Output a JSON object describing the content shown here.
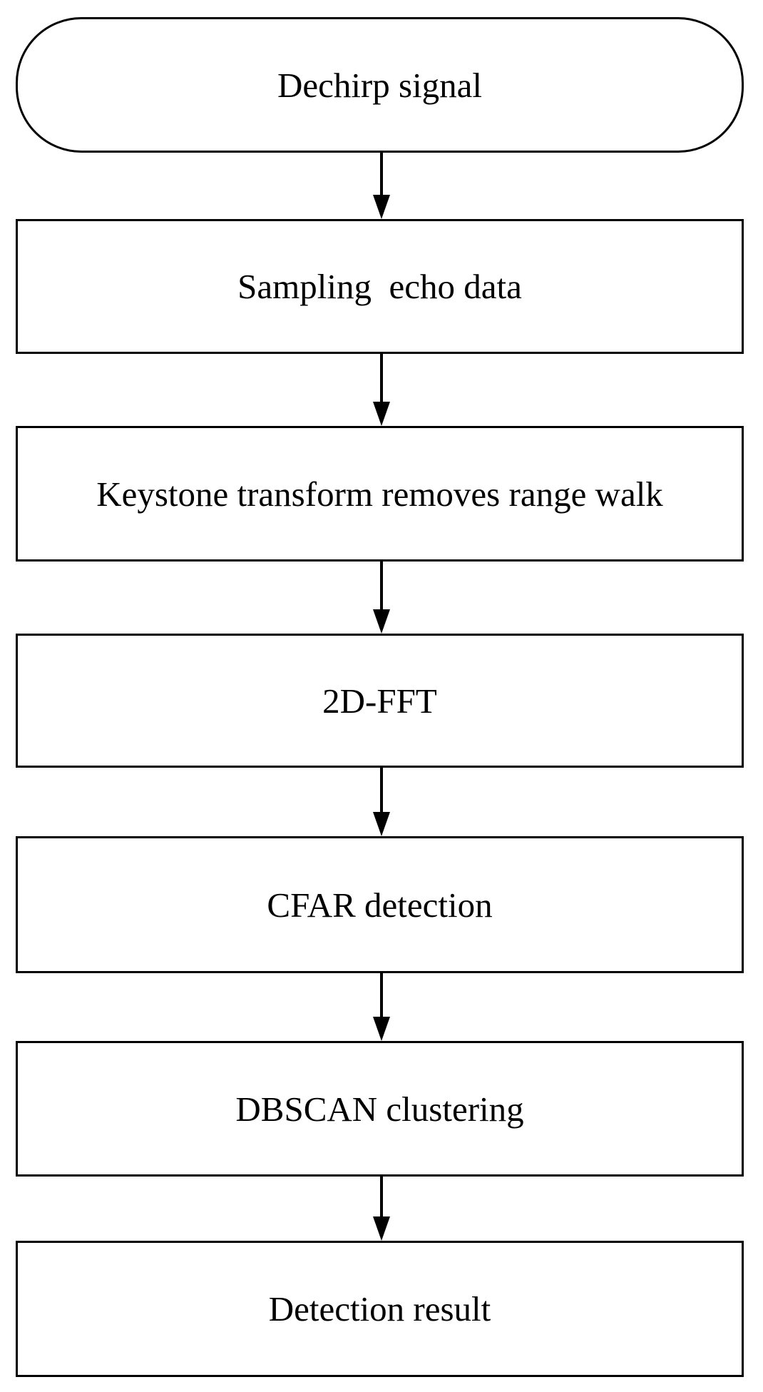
{
  "flowchart": {
    "steps": [
      {
        "label": "Dechirp signal",
        "shape": "rounded-terminal"
      },
      {
        "label": "Sampling  echo data",
        "shape": "rectangle"
      },
      {
        "label": "Keystone transform removes range walk",
        "shape": "rectangle"
      },
      {
        "label": "2D-FFT",
        "shape": "rectangle"
      },
      {
        "label": "CFAR detection",
        "shape": "rectangle"
      },
      {
        "label": "DBSCAN clustering",
        "shape": "rectangle"
      },
      {
        "label": "Detection result",
        "shape": "rectangle"
      }
    ],
    "line_color": "#000000",
    "fill_color": "#ffffff"
  }
}
